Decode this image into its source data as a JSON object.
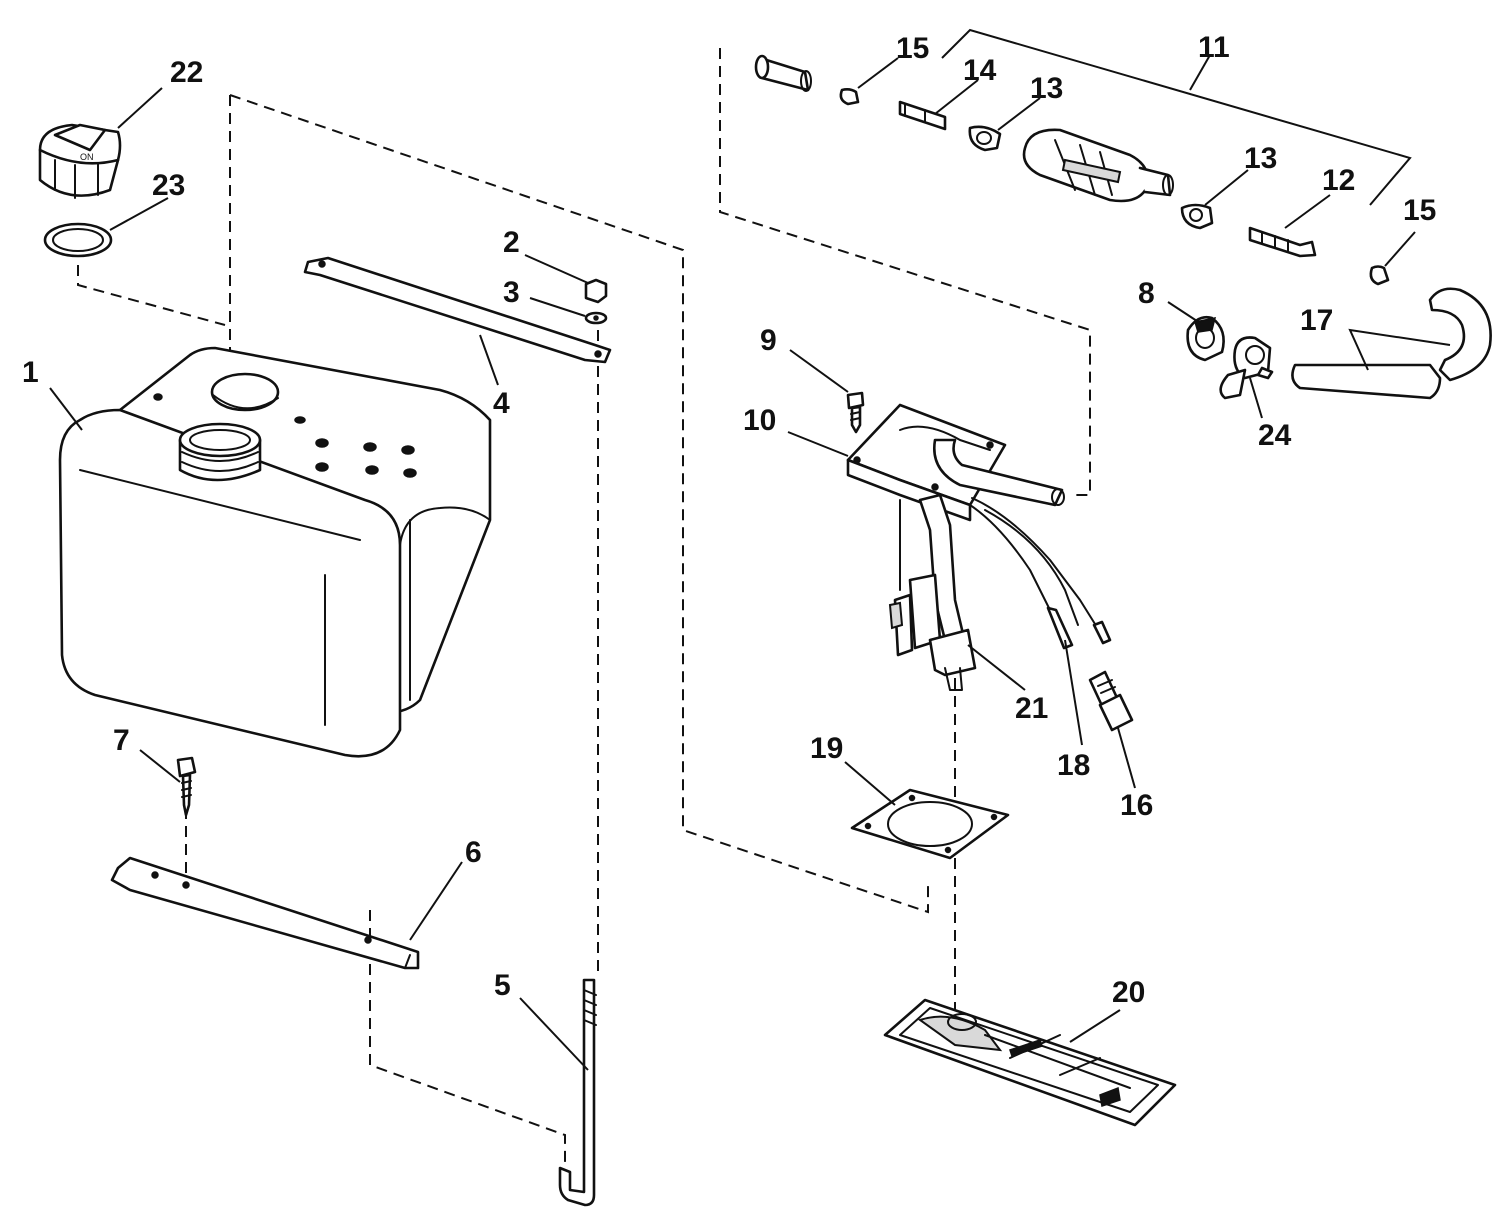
{
  "callouts": [
    "1",
    "2",
    "3",
    "4",
    "5",
    "6",
    "7",
    "8",
    "9",
    "10",
    "11",
    "12",
    "13",
    "13",
    "14",
    "15",
    "15",
    "16",
    "17",
    "18",
    "19",
    "20",
    "21",
    "22",
    "23",
    "24"
  ]
}
